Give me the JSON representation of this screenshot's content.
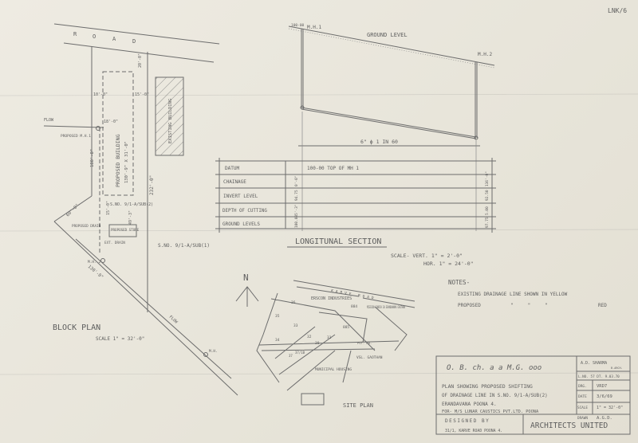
{
  "sheet_ref": "LNK/6",
  "block_plan": {
    "road_letters": [
      "R",
      "O",
      "A",
      "D"
    ],
    "title": "BLOCK PLAN",
    "scale": "SCALE 1\" = 32'-0\"",
    "proposed_building": "PROPOSED BUILDING",
    "proposed_building_size": "130'-9\" X 31'-0\"",
    "existing_building": "EXISTING BUILDING",
    "flow_top": "FLOW",
    "flow_bottom": "FLOW",
    "proposed_mh1": "PROPOSED M.H.1",
    "mh2": "M.H. 2",
    "mh": "M.H.",
    "survey_no_2": "S.NO. 9/1-A/SUB(2)",
    "survey_no_1": "S.NO. 9/1-A/SUB(1)",
    "proposed_drain": "PROPOSED DRAIN",
    "existing_drain": "EXT. DRAIN",
    "proposed_store": "PROPOSED STORE",
    "dims": {
      "front_setback": "20'-0\"",
      "left_setback": "10'-0\"",
      "right_setback": "15'-0\"",
      "depth_left": "180'-0\"",
      "depth_right": "232'-0\"",
      "diag_top": "60'-0\"",
      "diag_bottom": "130'-0\"",
      "rear": "49'-3\"",
      "store_gap": "15'-0\"",
      "mh_offset": "18'-0\""
    }
  },
  "longitudinal_section": {
    "datum_value": "100-00",
    "mh1": "M.H.1",
    "mh2": "M.H.2",
    "ground_level": "GROUND LEVEL",
    "pipe": "6\" ϕ 1 IN 60",
    "title": "LONGITUNAL SECTION",
    "scale_vert": "SCALE- VERT. 1\" = 2'-0\"",
    "scale_hor": "HOR. 1\" = 24'-0\"",
    "table": {
      "datum_label": "DATUM",
      "datum_text": "100-00   TOP OF MH 1",
      "rows": [
        {
          "label": "CHAINAGE",
          "mh1": "0'-0\"",
          "mh2": "136'-0\""
        },
        {
          "label": "INVERT LEVEL",
          "mh1": "94.75",
          "mh2": "92.50"
        },
        {
          "label": "DEPTH OF CUTTING",
          "mh1": "5'-3\"",
          "mh2": "5.00"
        },
        {
          "label": "GROUND LEVELS",
          "mh1": "100.00",
          "mh2": "97.75"
        }
      ]
    }
  },
  "site_plan": {
    "title": "SITE PLAN",
    "north": "N",
    "road": "KARVE ROAD",
    "labels": [
      "ERSCON INDUSTRIES",
      "MISSION CHURCH 30 ERANDAWANA GAOTHAN",
      "VSL. GAOTHAN",
      "MUNICIPAL HOUSING",
      "PVT. RD."
    ],
    "plots": [
      "36",
      "35",
      "33",
      "34",
      "32",
      "31",
      "30",
      "884",
      "885",
      "37/1B",
      "37"
    ]
  },
  "notes": {
    "heading": "NOTES-",
    "line1": "EXISTING DRAINAGE LINE SHOWN IN YELLOW",
    "line2_prefix": "PROPOSED",
    "line2_ditto": "\"     \"     \"",
    "line2_suffix": "RED"
  },
  "title_block": {
    "signatures": "O. B. ch. a  a   M.G. ooo",
    "architect_name": "A.D. SHARMA",
    "architect_qual": "B.ARCH.",
    "licence": "L.NO. 57 DT. 9.03.70",
    "title_line1": "PLAN SHOWING PROPOSED SHIFTING",
    "title_line2": "OF DRAINAGE LINE IN S.NO. 9/1-A/SUB(2)",
    "location": "ERANDAVANA POONA 4.",
    "client": "FOR- M/S LUNAR CAUSTICS PVT.LTD. POONA",
    "drg_label": "DRG.",
    "drg_value": "VRD7",
    "date_label": "DATE",
    "date_value": "3/6/69",
    "scale_label": "SCALE",
    "scale_value": "1\" = 32'-0\"",
    "drawn_label": "DRAWN",
    "drawn_value": "A.G.D.",
    "designed_by": "DESIGNED BY",
    "address": "31/1, KARVE ROAD POONA 4.",
    "firm": "ARCHITECTS UNITED"
  }
}
